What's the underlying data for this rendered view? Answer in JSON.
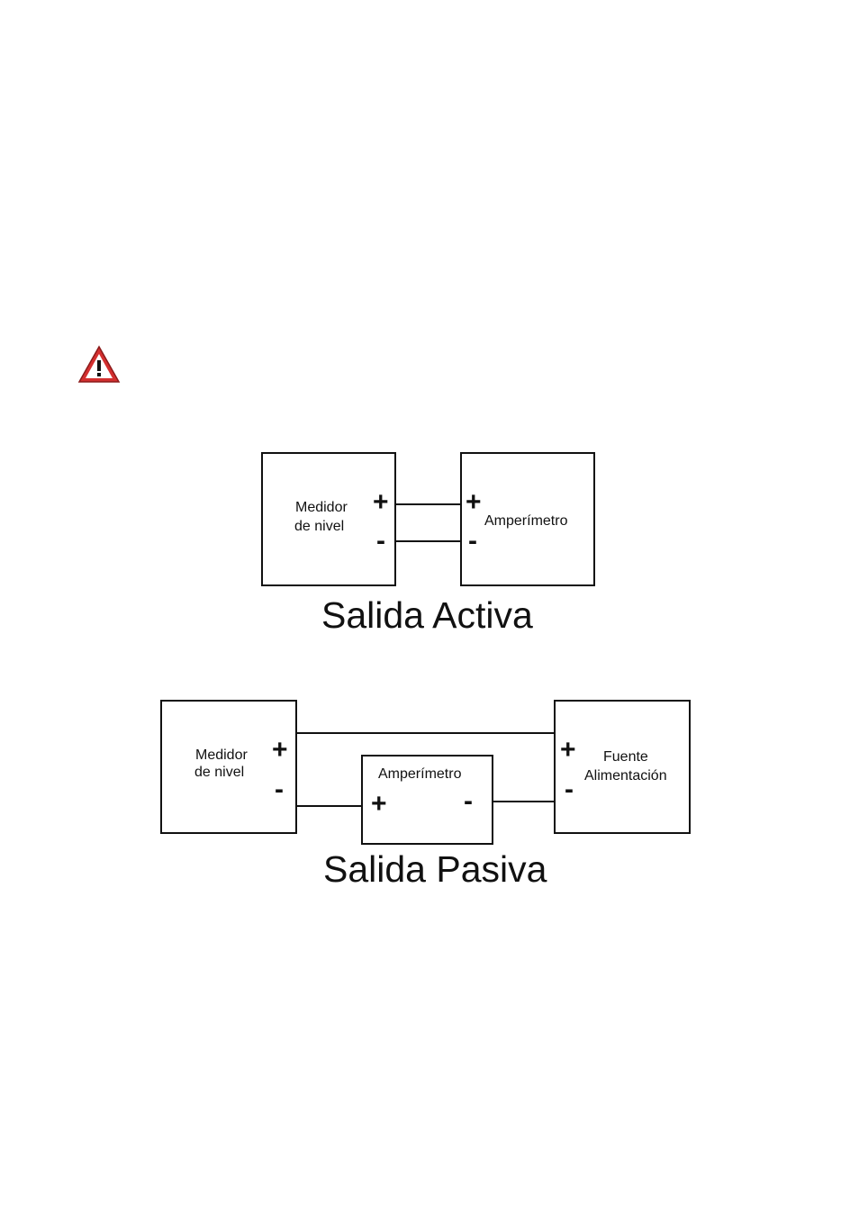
{
  "warning": {
    "icon": "warning-triangle-icon",
    "color": "#d32f2f"
  },
  "active": {
    "meter_line1": "Medidor",
    "meter_line2": "de nivel",
    "plus": "+",
    "minus": "-",
    "ammeter_label": "Amperímetro",
    "caption": "Salida Activa"
  },
  "passive": {
    "meter_line1": "Medidor",
    "meter_line2": "de nivel",
    "plus": "+",
    "minus": "-",
    "ammeter_label": "Amperímetro",
    "supply_line1": "Fuente",
    "supply_line2": "Alimentación",
    "caption": "Salida Pasiva"
  }
}
